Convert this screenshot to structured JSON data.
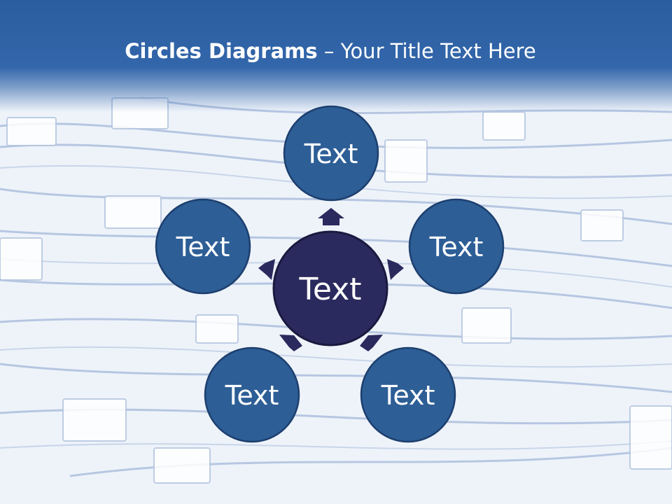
{
  "title": {
    "bold": "Circles Diagrams",
    "rest": " – Your Title Text Here"
  },
  "diagram": {
    "center": "Text",
    "nodes": [
      "Text",
      "Text",
      "Text",
      "Text",
      "Text"
    ]
  },
  "colors": {
    "header": "#2a5d9f",
    "outer_circle": "#2d5e96",
    "center_circle": "#2b2a5e",
    "arrow": "#2b2a5e",
    "stroke": "#1d3f6e"
  }
}
